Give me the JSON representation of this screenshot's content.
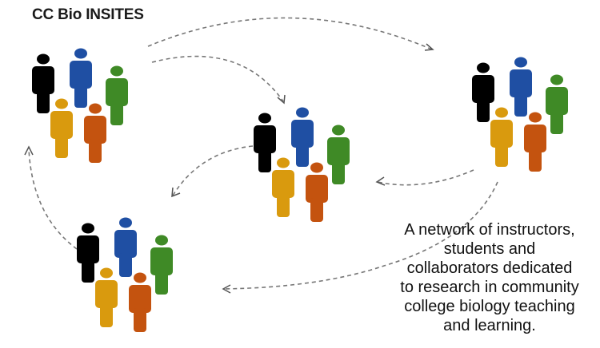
{
  "title": "CC Bio INSITES",
  "caption": {
    "lines": [
      "A network of instructors,",
      "students and",
      "collaborators dedicated",
      "to research in community",
      "college biology teaching",
      "and learning."
    ]
  },
  "people_colors": {
    "black": "#000000",
    "blue": "#1f4fa3",
    "green": "#3f8a26",
    "yellow": "#d99a0e",
    "orange": "#c4530f"
  },
  "groups": [
    {
      "name": "group-top-left",
      "icon": "people-group-icon"
    },
    {
      "name": "group-top-right",
      "icon": "people-group-icon"
    },
    {
      "name": "group-center",
      "icon": "people-group-icon"
    },
    {
      "name": "group-bottom-left",
      "icon": "people-group-icon"
    }
  ],
  "arrows": [
    {
      "name": "arrow-top-left-to-top-right",
      "icon": "dashed-arrow-icon"
    },
    {
      "name": "arrow-top-left-to-center",
      "icon": "dashed-arrow-icon"
    },
    {
      "name": "arrow-center-to-bottom-left",
      "icon": "dashed-arrow-icon"
    },
    {
      "name": "arrow-bottom-left-to-top-left",
      "icon": "dashed-arrow-icon"
    },
    {
      "name": "arrow-top-right-to-center",
      "icon": "dashed-arrow-icon"
    },
    {
      "name": "arrow-top-right-to-bottom-left",
      "icon": "dashed-arrow-icon"
    }
  ]
}
